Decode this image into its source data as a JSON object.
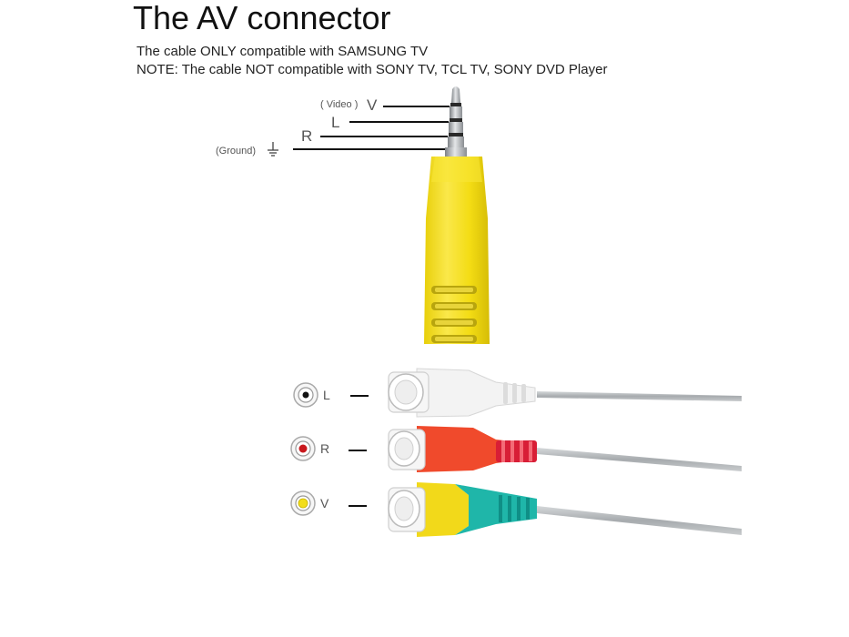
{
  "title": "The AV connector",
  "notes": {
    "line1": "The cable ONLY compatible with SAMSUNG TV",
    "line2": "NOTE: The cable NOT compatible with SONY TV, TCL TV, SONY DVD Player"
  },
  "jack_pins": {
    "video_hint": "( Video )",
    "video": "V",
    "left": "L",
    "right": "R",
    "ground_hint": "(Ground)",
    "ground_icon": "ground-icon"
  },
  "rca": [
    {
      "label": "L",
      "color": "#ffffff",
      "dot": "#111111"
    },
    {
      "label": "R",
      "color": "#f0492d",
      "dot": "#c8171c"
    },
    {
      "label": "V",
      "color": "#f2dd1a",
      "dot": "#f2dd1a"
    }
  ],
  "colors": {
    "plug_yellow": "#f5df16",
    "plug_yellow_dark": "#d9c20c",
    "plug_grey": "#9ea1a4",
    "cable_grey": "#b8bcbf",
    "rca_white": "#f4f4f4",
    "rca_red": "#f0492d",
    "rca_red_grip": "#e8253a",
    "rca_yellow": "#f2d91a",
    "rca_teal": "#1bb5a8"
  }
}
